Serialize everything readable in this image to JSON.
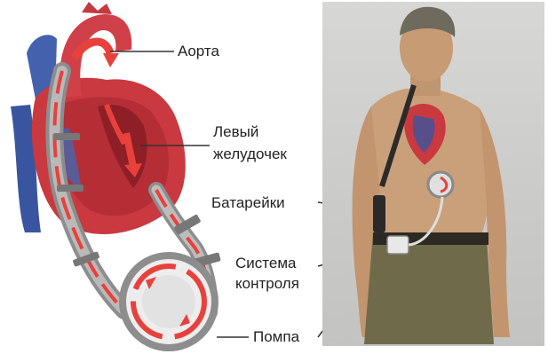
{
  "labels": {
    "aorta": "Аорта",
    "left_ventricle_line1": "Левый",
    "left_ventricle_line2": "желудочек",
    "batteries": "Батарейки",
    "control_line1": "Система",
    "control_line2": "контроля",
    "pump": "Помпа"
  },
  "colors": {
    "heart_red": "#c9393f",
    "heart_dark": "#8f1f26",
    "vein_blue": "#3a55a0",
    "tube_grey": "#9a9a9a",
    "flow_red": "#e8413c",
    "photo_bg": "#cfcfcd",
    "skin": "#caa07a",
    "pants": "#6f6b4a"
  },
  "icons": [
    "heart-illustration",
    "pump-ring",
    "man-photo",
    "battery-pack",
    "controller-box"
  ]
}
